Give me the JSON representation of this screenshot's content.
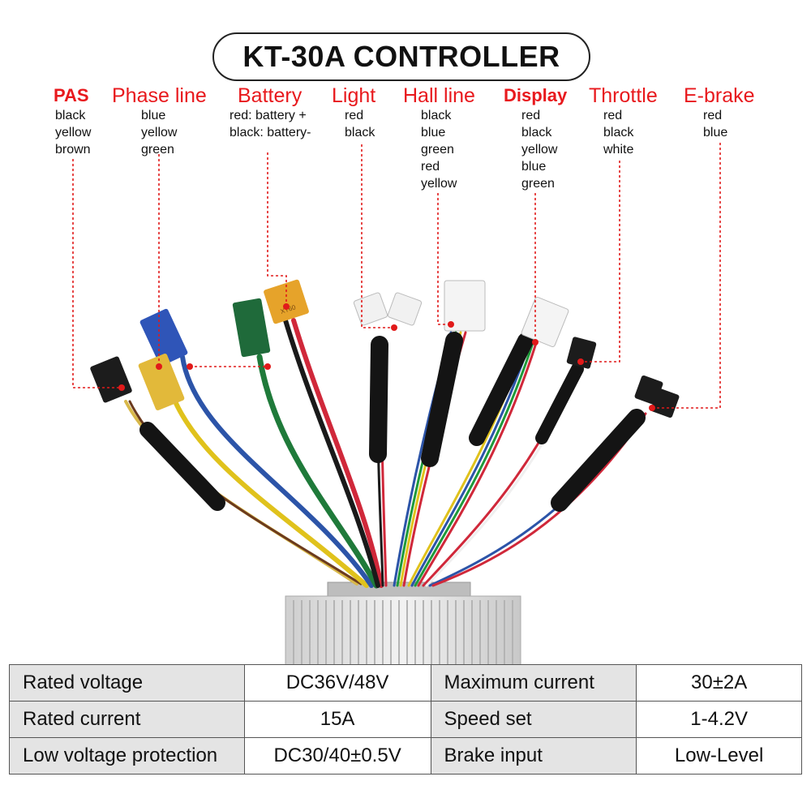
{
  "title": "KT-30A CONTROLLER",
  "wires": [
    {
      "name": "PAS",
      "colors": [
        "black",
        "yellow",
        "brown"
      ]
    },
    {
      "name": "Phase line",
      "colors": [
        "blue",
        "yellow",
        "green"
      ]
    },
    {
      "name": "Battery",
      "colors": [
        "red: battery +",
        "black: battery-"
      ]
    },
    {
      "name": "Light",
      "colors": [
        "red",
        "black"
      ]
    },
    {
      "name": "Hall line",
      "colors": [
        "black",
        "blue",
        "green",
        "red",
        "yellow"
      ]
    },
    {
      "name": "Display",
      "colors": [
        "red",
        "black",
        "yellow",
        "blue",
        "green"
      ]
    },
    {
      "name": "Throttle",
      "colors": [
        "red",
        "black",
        "white"
      ]
    },
    {
      "name": "E-brake",
      "colors": [
        "red",
        "blue"
      ]
    }
  ],
  "battery_connector_marking": "XT60",
  "specs": [
    {
      "label1": "Rated voltage",
      "value1": "DC36V/48V",
      "label2": "Maximum current",
      "value2": "30±2A"
    },
    {
      "label1": "Rated current",
      "value1": "15A",
      "label2": "Speed set",
      "value2": "1-4.2V"
    },
    {
      "label1": "Low voltage protection",
      "value1": "DC30/40±0.5V",
      "label2": "Brake input",
      "value2": "Low-Level"
    }
  ],
  "colors": {
    "label_red": "#e8191d",
    "leader_red": "#e11a1a",
    "wire_black": "#1a1a1a",
    "wire_blue": "#2c54a8",
    "wire_yellow": "#e0c21c",
    "wire_green": "#1f7a3a",
    "wire_red": "#d0283a",
    "table_label_bg": "#e4e4e4"
  }
}
